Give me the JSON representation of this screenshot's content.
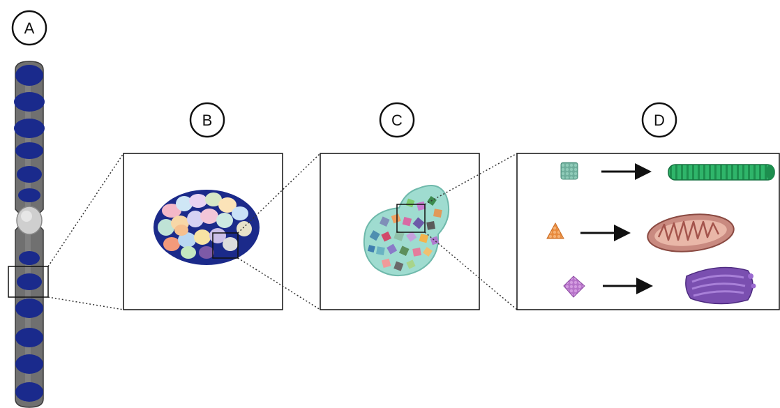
{
  "panels": {
    "a": {
      "label": "A"
    },
    "b": {
      "label": "B"
    },
    "c": {
      "label": "C"
    },
    "d": {
      "label": "D"
    }
  },
  "colors": {
    "chromosome_body": "#6e6e6e",
    "chromosome_band": "#1a2a8c",
    "centromere": "#c8c8c8",
    "nucleus": "#1b2a8a",
    "cell_fill": "#8fd3c8",
    "arrow": "#111111"
  },
  "icons": {
    "microtubule_precursor": "teal-cube-icon",
    "microtubule": "microtubule-icon",
    "mitochondrion_precursor": "orange-pyramid-icon",
    "mitochondrion": "mitochondrion-icon",
    "golgi_precursor": "purple-cluster-icon",
    "golgi": "golgi-apparatus-icon"
  }
}
